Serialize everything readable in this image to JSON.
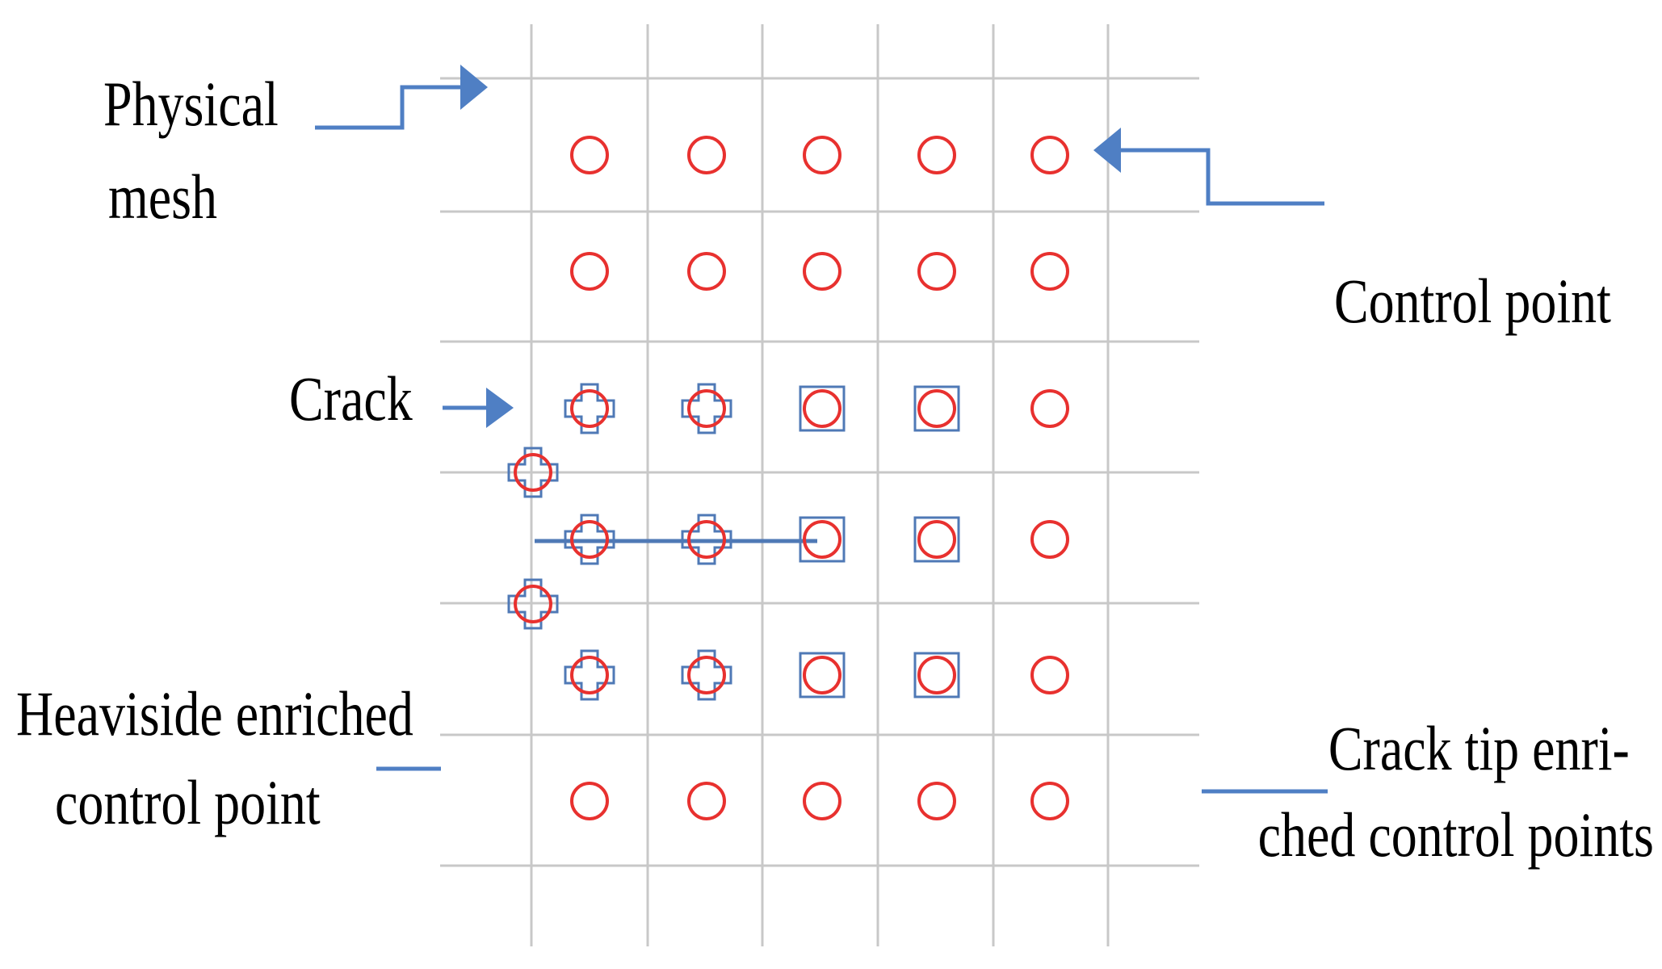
{
  "labels": {
    "physical_mesh": [
      "Physical",
      "mesh"
    ],
    "control_point": "Control point",
    "crack": "Crack",
    "heaviside": [
      "Heaviside enriched",
      "control point"
    ],
    "crack_tip": [
      "Crack tip enri-",
      "ched control points"
    ]
  },
  "colors": {
    "grid": "#c8c8c8",
    "point": "#e8312f",
    "enrichment": "#4f79b6",
    "arrow": "#4f7fc4",
    "text": "#000000"
  },
  "diagram": {
    "columns": 5,
    "rows": 6,
    "heaviside_points": [
      [
        2,
        0
      ],
      [
        2,
        1
      ],
      [
        3,
        0
      ],
      [
        3,
        1
      ],
      [
        4,
        0
      ],
      [
        4,
        1
      ]
    ],
    "heaviside_extra_points": 2,
    "crack_tip_points": [
      [
        2,
        2
      ],
      [
        2,
        3
      ],
      [
        3,
        2
      ],
      [
        3,
        3
      ],
      [
        4,
        2
      ],
      [
        4,
        3
      ]
    ]
  }
}
